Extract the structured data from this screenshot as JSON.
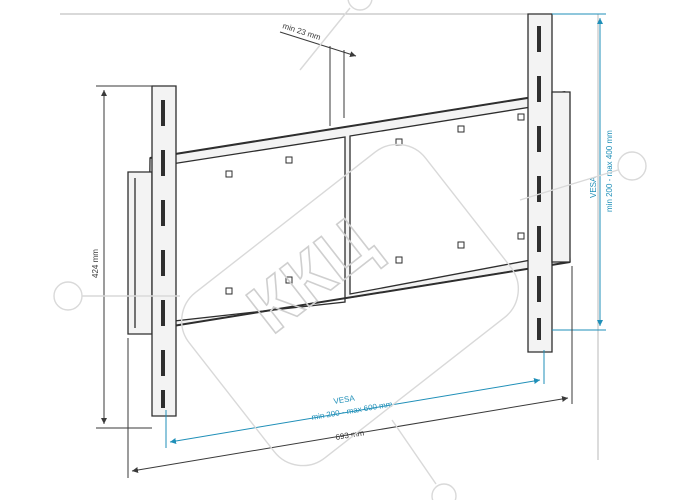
{
  "labels": {
    "min_gap": "min 23 mm",
    "height": "424 mm",
    "vesa_v_title": "VESA",
    "vesa_v_range": "min 200 - max 400 mm",
    "vesa_h_title": "VESA",
    "vesa_h_range": "min 200 - max 600 mm",
    "width": "693 mm"
  },
  "watermark": {
    "text": "ККЦ"
  },
  "colors": {
    "line": "#3a3a3a",
    "dimension_blue": "#1f8fb8",
    "bracket_fill": "#f3f3f3",
    "watermark": "#d9d9d9"
  }
}
